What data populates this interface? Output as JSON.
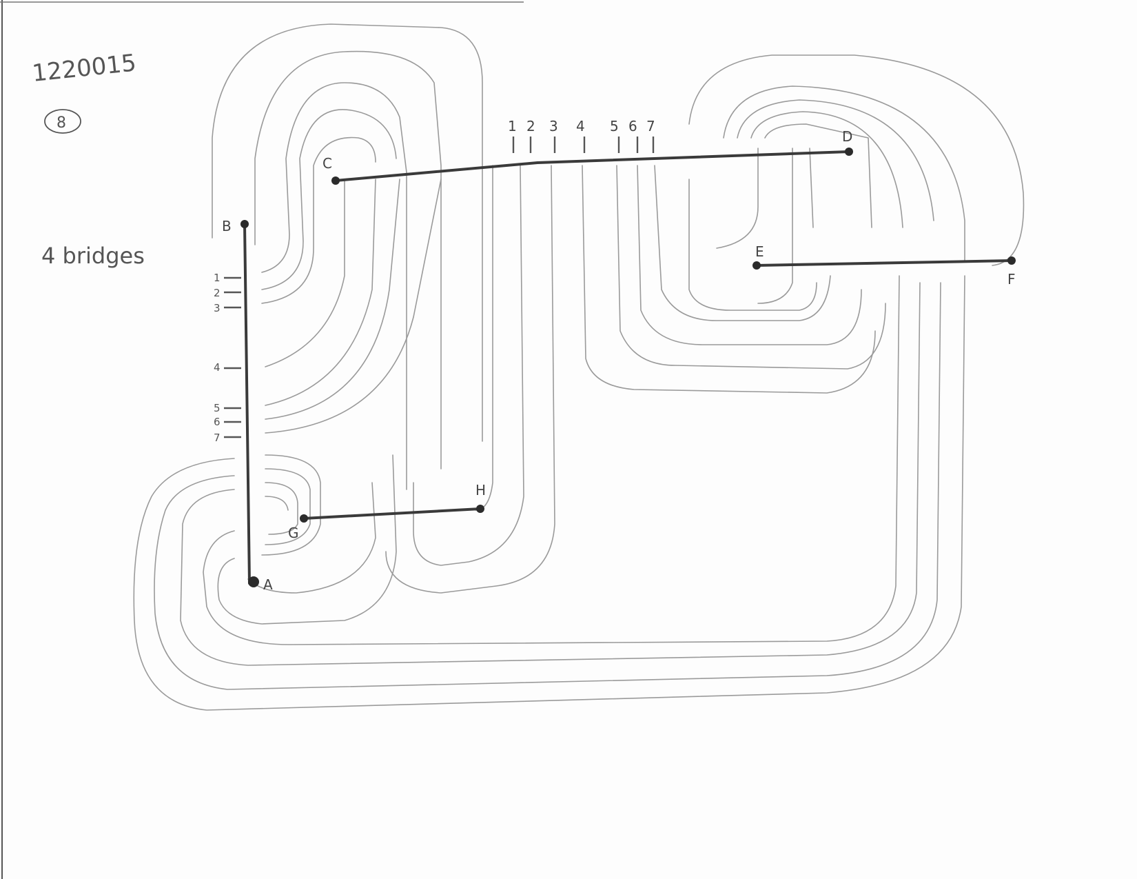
{
  "header": {
    "id": "1220015",
    "circled_number": "8",
    "bridges_note": "4 bridges"
  },
  "nodes": [
    {
      "id": "A",
      "label": "A"
    },
    {
      "id": "B",
      "label": "B"
    },
    {
      "id": "C",
      "label": "C"
    },
    {
      "id": "D",
      "label": "D"
    },
    {
      "id": "E",
      "label": "E"
    },
    {
      "id": "F",
      "label": "F"
    },
    {
      "id": "G",
      "label": "G"
    },
    {
      "id": "H",
      "label": "H"
    }
  ],
  "bridges": [
    {
      "from": "A",
      "to": "B"
    },
    {
      "from": "C",
      "to": "D"
    },
    {
      "from": "E",
      "to": "F"
    },
    {
      "from": "G",
      "to": "H"
    }
  ],
  "left_ticks": [
    "1",
    "2",
    "3",
    "4",
    "5",
    "6",
    "7"
  ],
  "top_ticks": [
    "1",
    "2",
    "3",
    "4",
    "5",
    "6",
    "7"
  ],
  "colors": {
    "ink": "#3a3a3a",
    "pencil": "#9a9a9a",
    "paper": "#fdfdfd"
  }
}
